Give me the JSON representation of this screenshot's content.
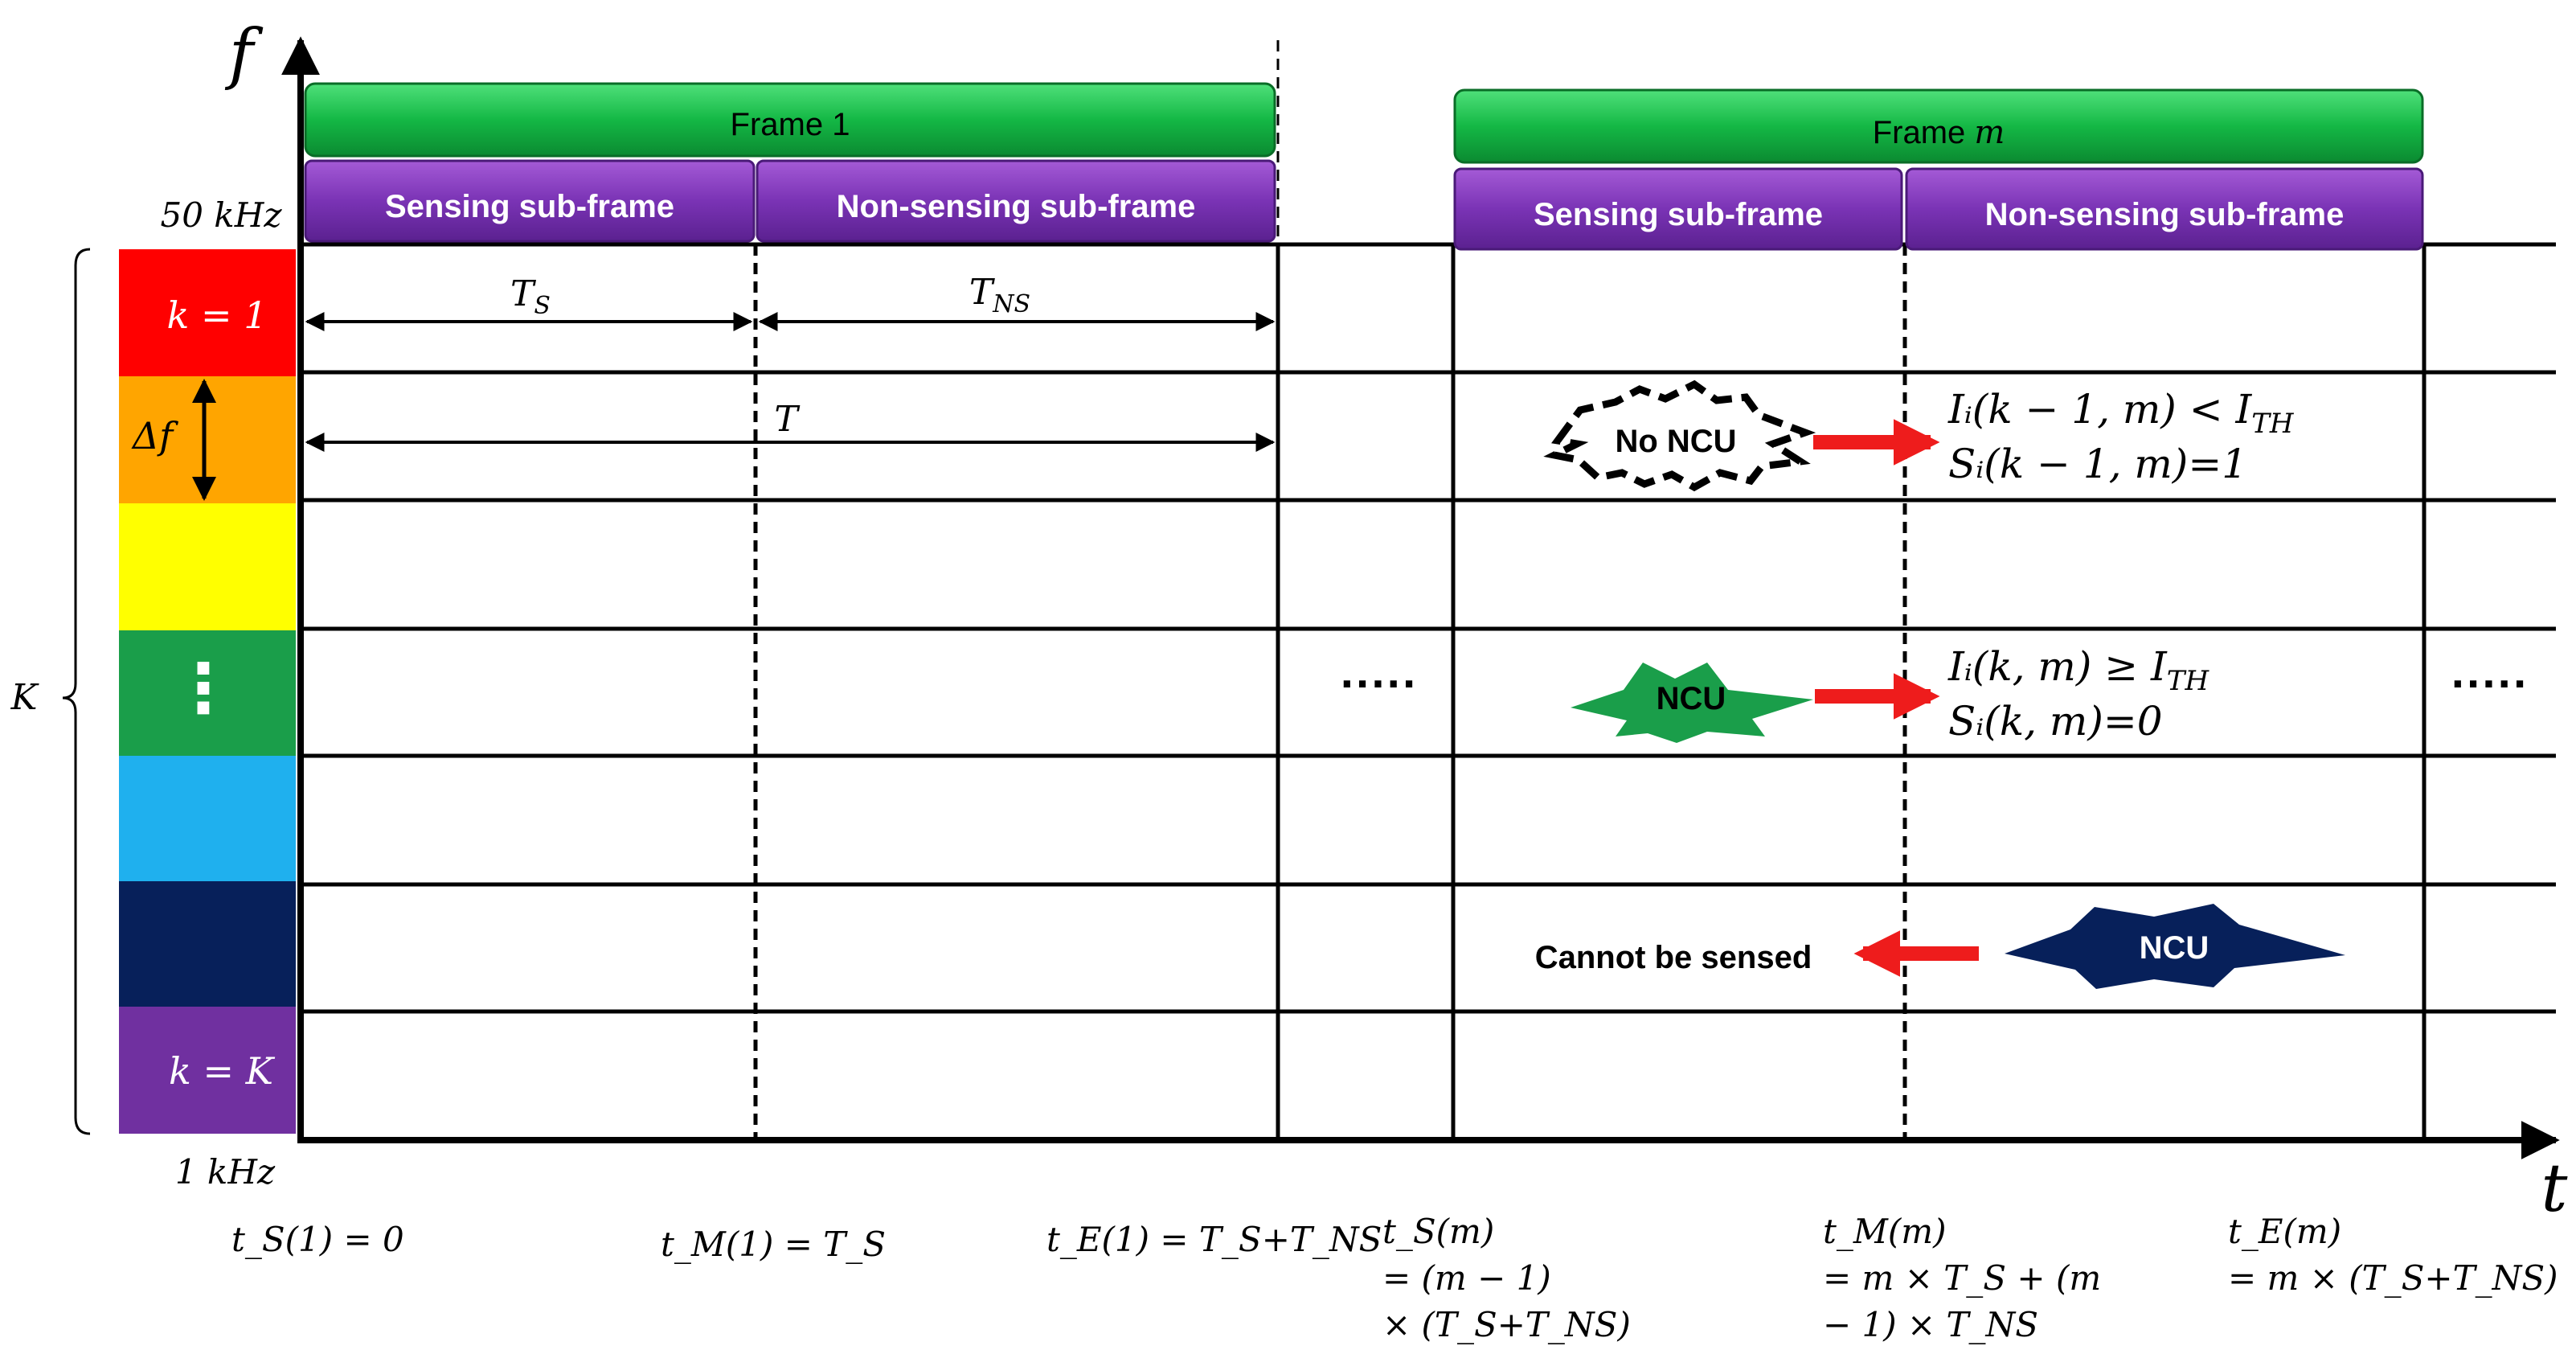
{
  "axes": {
    "f_label": "f",
    "t_label": "t",
    "f_top": "50 kHz",
    "f_bottom": "1 kHz",
    "K_label": "K"
  },
  "bands": {
    "colors": [
      "#ff0000",
      "#ffa500",
      "#ffff00",
      "#1a9e4a",
      "#1fb0ee",
      "#07205a",
      "#7030a0"
    ],
    "first_label": "k = 1",
    "last_label": "k = K",
    "dots": "⋮",
    "delta_f": "Δf"
  },
  "frame1": {
    "title": "Frame 1",
    "sensing": "Sensing sub-frame",
    "nonsensing": "Non-sensing sub-frame",
    "ts": "T",
    "ts_sub": "S",
    "tns": "T",
    "tns_sub": "NS",
    "t": "T"
  },
  "frame_m": {
    "title_prefix": "Frame ",
    "title_var": "m",
    "sensing": "Sensing sub-frame",
    "nonsensing": "Non-sensing sub-frame"
  },
  "ellipsis": "·····",
  "annotations": {
    "no_ncu": "No NCU",
    "ncu": "NCU",
    "ncu_dark": "NCU",
    "cannot_sense": "Cannot be sensed",
    "eq1a": "Iᵢ(k − 1, m) < I",
    "eq1a_sub": "TH",
    "eq1b": "Sᵢ(k − 1, m)=1",
    "eq2a": "Iᵢ(k, m) ≥ I",
    "eq2a_sub": "TH",
    "eq2b": "Sᵢ(k, m)=0"
  },
  "time_labels": {
    "ts1": "t_S(1) = 0",
    "tm1": "t_M(1) = T_S",
    "te1": "t_E(1) = T_S+T_NS",
    "tsm_1": "t_S(m)",
    "tsm_2": "= (m − 1)",
    "tsm_3": "× (T_S+T_NS)",
    "tmm_1": "t_M(m)",
    "tmm_2": "= m × T_S + (m",
    "tmm_3": "− 1) × T_NS",
    "tem_1": "t_E(m)",
    "tem_2": "= m × (T_S+T_NS)"
  }
}
